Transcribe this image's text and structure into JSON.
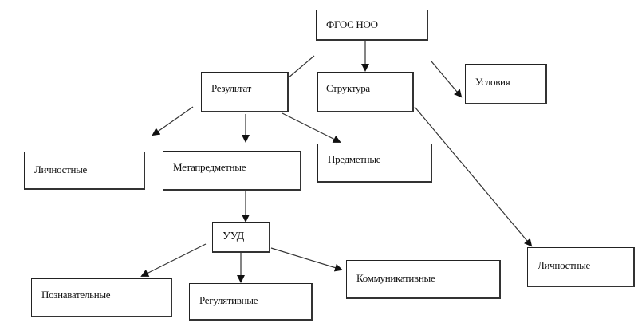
{
  "nodes": {
    "root": "ФГОС НОО",
    "result": "Результат",
    "structure": "Структура",
    "conditions": "Условия",
    "personal": "Личностные",
    "metasubject": "Метапредметные",
    "subject": "Предметные",
    "uud": "УУД",
    "cognitive": "Познавательные",
    "regulatory": "Регулятивные",
    "communicative": "Коммуникативные",
    "structure_personal": "Личностные"
  },
  "colors": {
    "line": "#222222",
    "background": "#ffffff"
  }
}
